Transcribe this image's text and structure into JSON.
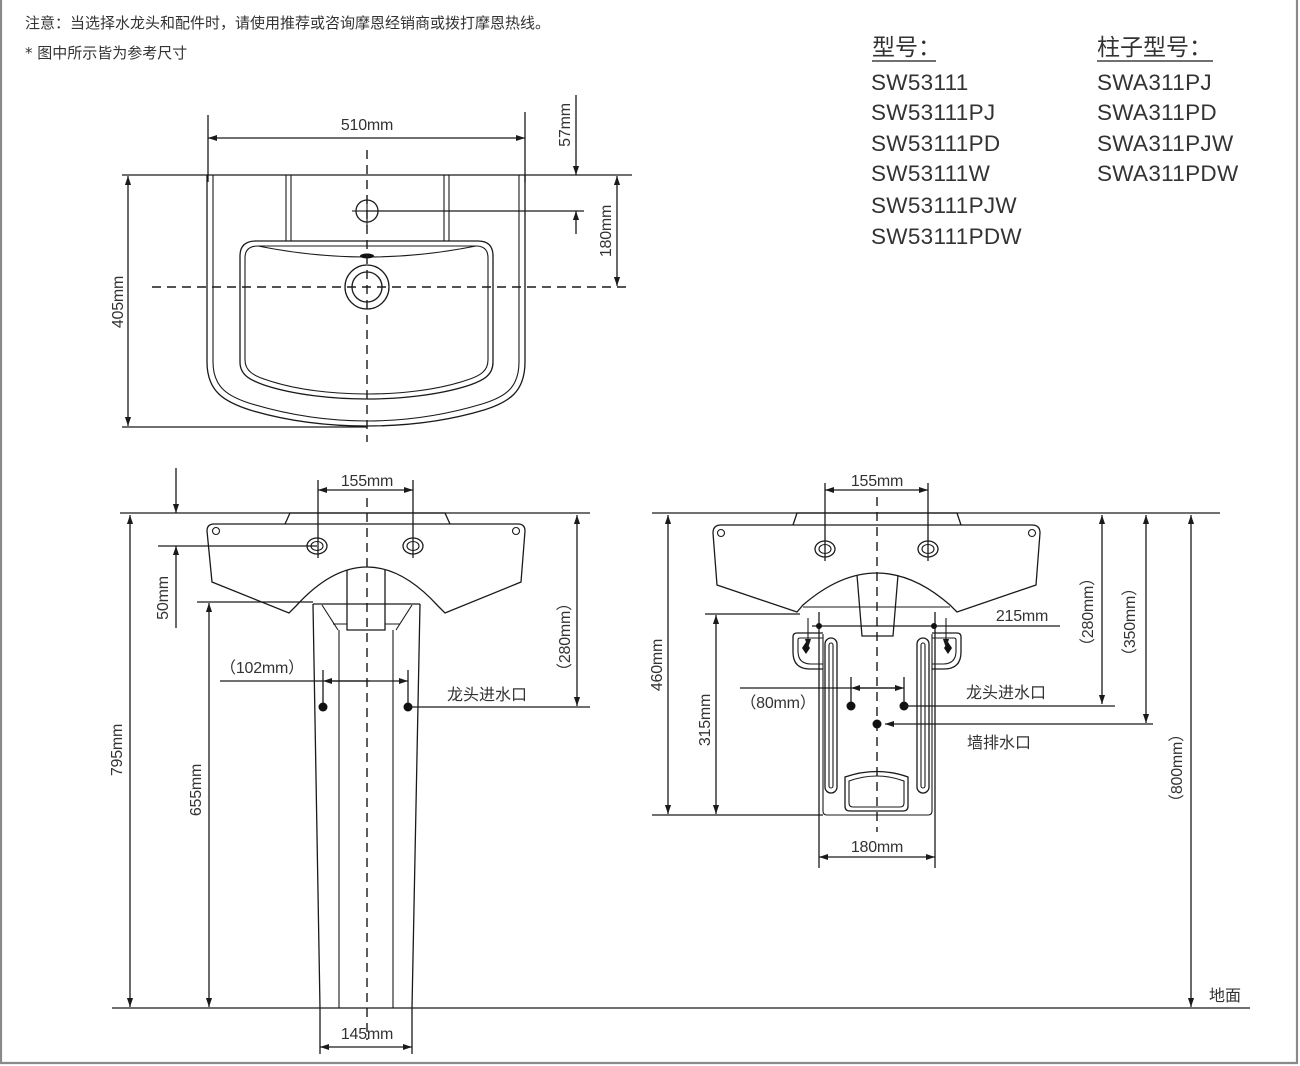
{
  "notes": {
    "line1": "注意：当选择水龙头和配件时，请使用推荐或咨询摩恩经销商或拨打摩恩热线。",
    "line2": "* 图中所示皆为参考尺寸"
  },
  "models": {
    "basin": {
      "heading": "型号：",
      "items": [
        "SW53111",
        "SW53111PJ",
        "SW53111PD",
        "SW53111W",
        "SW53111PJW",
        "SW53111PDW"
      ]
    },
    "pedestal": {
      "heading": "柱子型号：",
      "items": [
        "SWA311PJ",
        "SWA311PD",
        "SWA311PJW",
        "SWA311PDW"
      ]
    }
  },
  "top_view": {
    "width": "510mm",
    "depth": "405mm",
    "faucet_hole_offset": "57mm",
    "drain_offset": "180mm"
  },
  "front_view": {
    "faucet_spacing": "155mm",
    "faucet_drop": "50mm",
    "inlet_spacing": "（102mm）",
    "inlet_height": "（280mm）",
    "inlet_label": "龙头进水口",
    "total_height": "795mm",
    "pedestal_height": "655mm",
    "pedestal_base_width": "145mm"
  },
  "side_view": {
    "faucet_spacing": "155mm",
    "bracket_spacing": "215mm",
    "inlet_spacing": "（80mm）",
    "inlet_label": "龙头进水口",
    "drain_label": "墙排水口",
    "inlet_height": "（280mm）",
    "drain_height": "（350mm）",
    "total_height": "460mm",
    "half_pedestal_height": "315mm",
    "half_pedestal_width": "180mm",
    "mounting_height": "（800mm）",
    "floor_label": "地面"
  }
}
